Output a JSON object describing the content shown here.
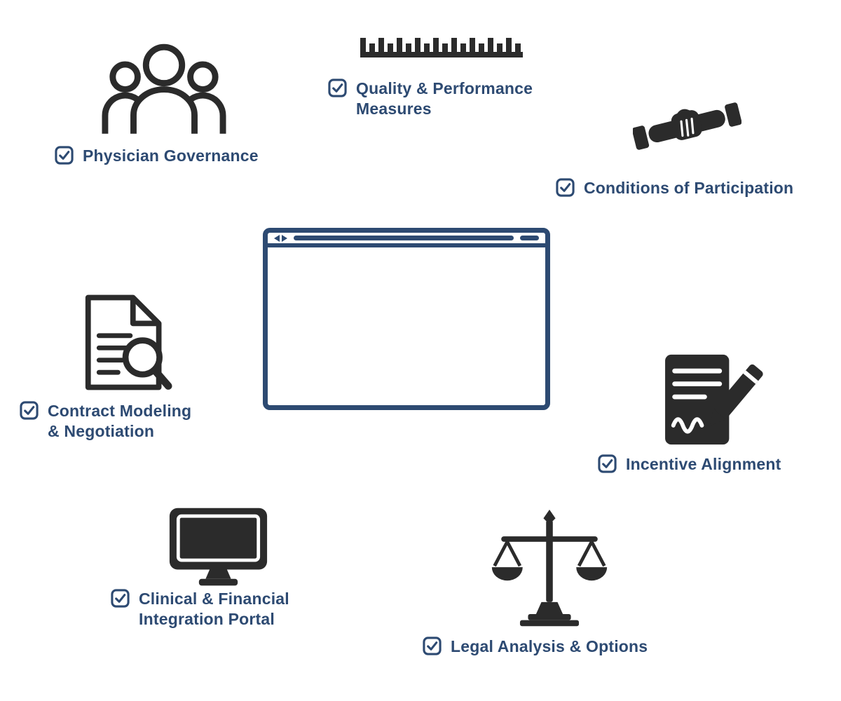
{
  "page": {
    "colors": {
      "accent": "#2d4a72",
      "icon": "#2b2b2b",
      "background": "#ffffff"
    },
    "center_icon": "browser-window-icon"
  },
  "items": [
    {
      "name": "physician-governance",
      "icon": "people-group-icon",
      "label": "Physician Governance",
      "lines": [
        "Physician Governance"
      ],
      "checked": true
    },
    {
      "name": "quality-performance-measures",
      "icon": "ruler-icon",
      "label": "Quality & Performance Measures",
      "lines": [
        "Quality & Performance",
        "Measures"
      ],
      "checked": true
    },
    {
      "name": "conditions-of-participation",
      "icon": "handshake-icon",
      "label": "Conditions of Participation",
      "lines": [
        "Conditions of Participation"
      ],
      "checked": true
    },
    {
      "name": "contract-modeling-negotiation",
      "icon": "document-search-icon",
      "label": "Contract Modeling & Negotiation",
      "lines": [
        "Contract Modeling",
        "& Negotiation"
      ],
      "checked": true
    },
    {
      "name": "incentive-alignment",
      "icon": "contract-pencil-icon",
      "label": "Incentive Alignment",
      "lines": [
        "Incentive Alignment"
      ],
      "checked": true
    },
    {
      "name": "clinical-financial-integration-portal",
      "icon": "monitor-icon",
      "label": "Clinical & Financial Integration Portal",
      "lines": [
        "Clinical & Financial",
        "Integration Portal"
      ],
      "checked": true
    },
    {
      "name": "legal-analysis-options",
      "icon": "scales-icon",
      "label": "Legal Analysis & Options",
      "lines": [
        "Legal Analysis & Options"
      ],
      "checked": true
    }
  ]
}
